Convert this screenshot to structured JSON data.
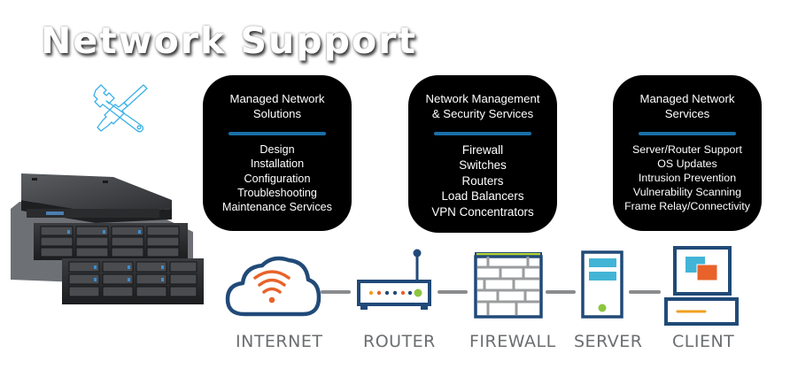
{
  "title": "Network Support",
  "icons": {
    "tools": "wrench-screwdriver-icon",
    "hardware": "server-rack-image"
  },
  "cards": [
    {
      "heading": [
        "Managed Network",
        "Solutions"
      ],
      "items": [
        "Design",
        "Installation",
        "Configuration",
        "Troubleshooting",
        "Maintenance Services"
      ]
    },
    {
      "heading": [
        "Network Management",
        "& Security Services"
      ],
      "items": [
        "Firewall",
        "Switches",
        "Routers",
        "Load Balancers",
        "VPN Concentrators"
      ]
    },
    {
      "heading": [
        "Managed Network",
        "Services"
      ],
      "items": [
        "Server/Router Support",
        "OS Updates",
        "Intrusion Prevention",
        "Vulnerability Scanning",
        "Frame Relay/Connectivity"
      ]
    }
  ],
  "diagram": {
    "nodes": [
      {
        "label": "INTERNET",
        "icon": "cloud-wifi-icon"
      },
      {
        "label": "ROUTER",
        "icon": "router-icon"
      },
      {
        "label": "FIREWALL",
        "icon": "firewall-icon"
      },
      {
        "label": "SERVER",
        "icon": "server-icon"
      },
      {
        "label": "CLIENT",
        "icon": "client-computer-icon"
      }
    ]
  },
  "colors": {
    "card_bg": "#000000",
    "divider": "#1a6fa8",
    "icon_navy": "#214a78",
    "accent_orange": "#e8622a",
    "accent_green": "#8cc63f",
    "accent_cyan": "#42b4d6",
    "connector_gray": "#8a8c8e",
    "tools_blue": "#3ab0e8"
  }
}
